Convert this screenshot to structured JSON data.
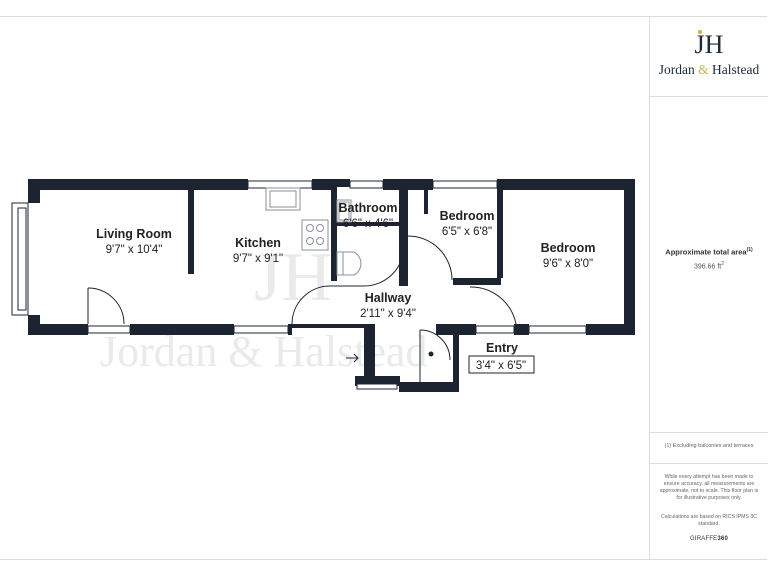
{
  "brand": {
    "monogram": "JH",
    "name_first": "Jordan",
    "name_amp": "&",
    "name_last": "Halstead",
    "accent_color": "#c8b34a",
    "text_color": "#1e2a38"
  },
  "watermark": {
    "monogram": "JH",
    "text": "Jordan & Halstead"
  },
  "rooms": [
    {
      "id": "living-room",
      "name": "Living Room",
      "dims": "9'7\" x 10'4\""
    },
    {
      "id": "kitchen",
      "name": "Kitchen",
      "dims": "9'7\" x 9'1\""
    },
    {
      "id": "bathroom",
      "name": "Bathroom",
      "dims": "6'6\" x 4'6\""
    },
    {
      "id": "bedroom-small",
      "name": "Bedroom",
      "dims": "6'5\" x 6'8\""
    },
    {
      "id": "bedroom-large",
      "name": "Bedroom",
      "dims": "9'6\" x 8'0\""
    },
    {
      "id": "hallway",
      "name": "Hallway",
      "dims": "2'11\" x 9'4\""
    },
    {
      "id": "entry",
      "name": "Entry",
      "dims": "3'4\" x 6'5\""
    }
  ],
  "sidebar": {
    "area_label": "Approximate total area",
    "area_sup": "(1)",
    "area_value": "396.66 ft",
    "area_unit_sup": "2",
    "note_excluding": "(1) Excluding balconies and terraces",
    "note_accuracy": "While every attempt has been made to ensure accuracy, all measurements are approximate, not to scale. This floor plan is for illustrative purposes only.",
    "note_calc": "Calculations are based on RICS IPMS 3C standard.",
    "credit_a": "GIRAFFE",
    "credit_b": "360"
  },
  "colors": {
    "wall": "#1b2430",
    "window": "#ffffff",
    "fixture": "#8a9099"
  }
}
